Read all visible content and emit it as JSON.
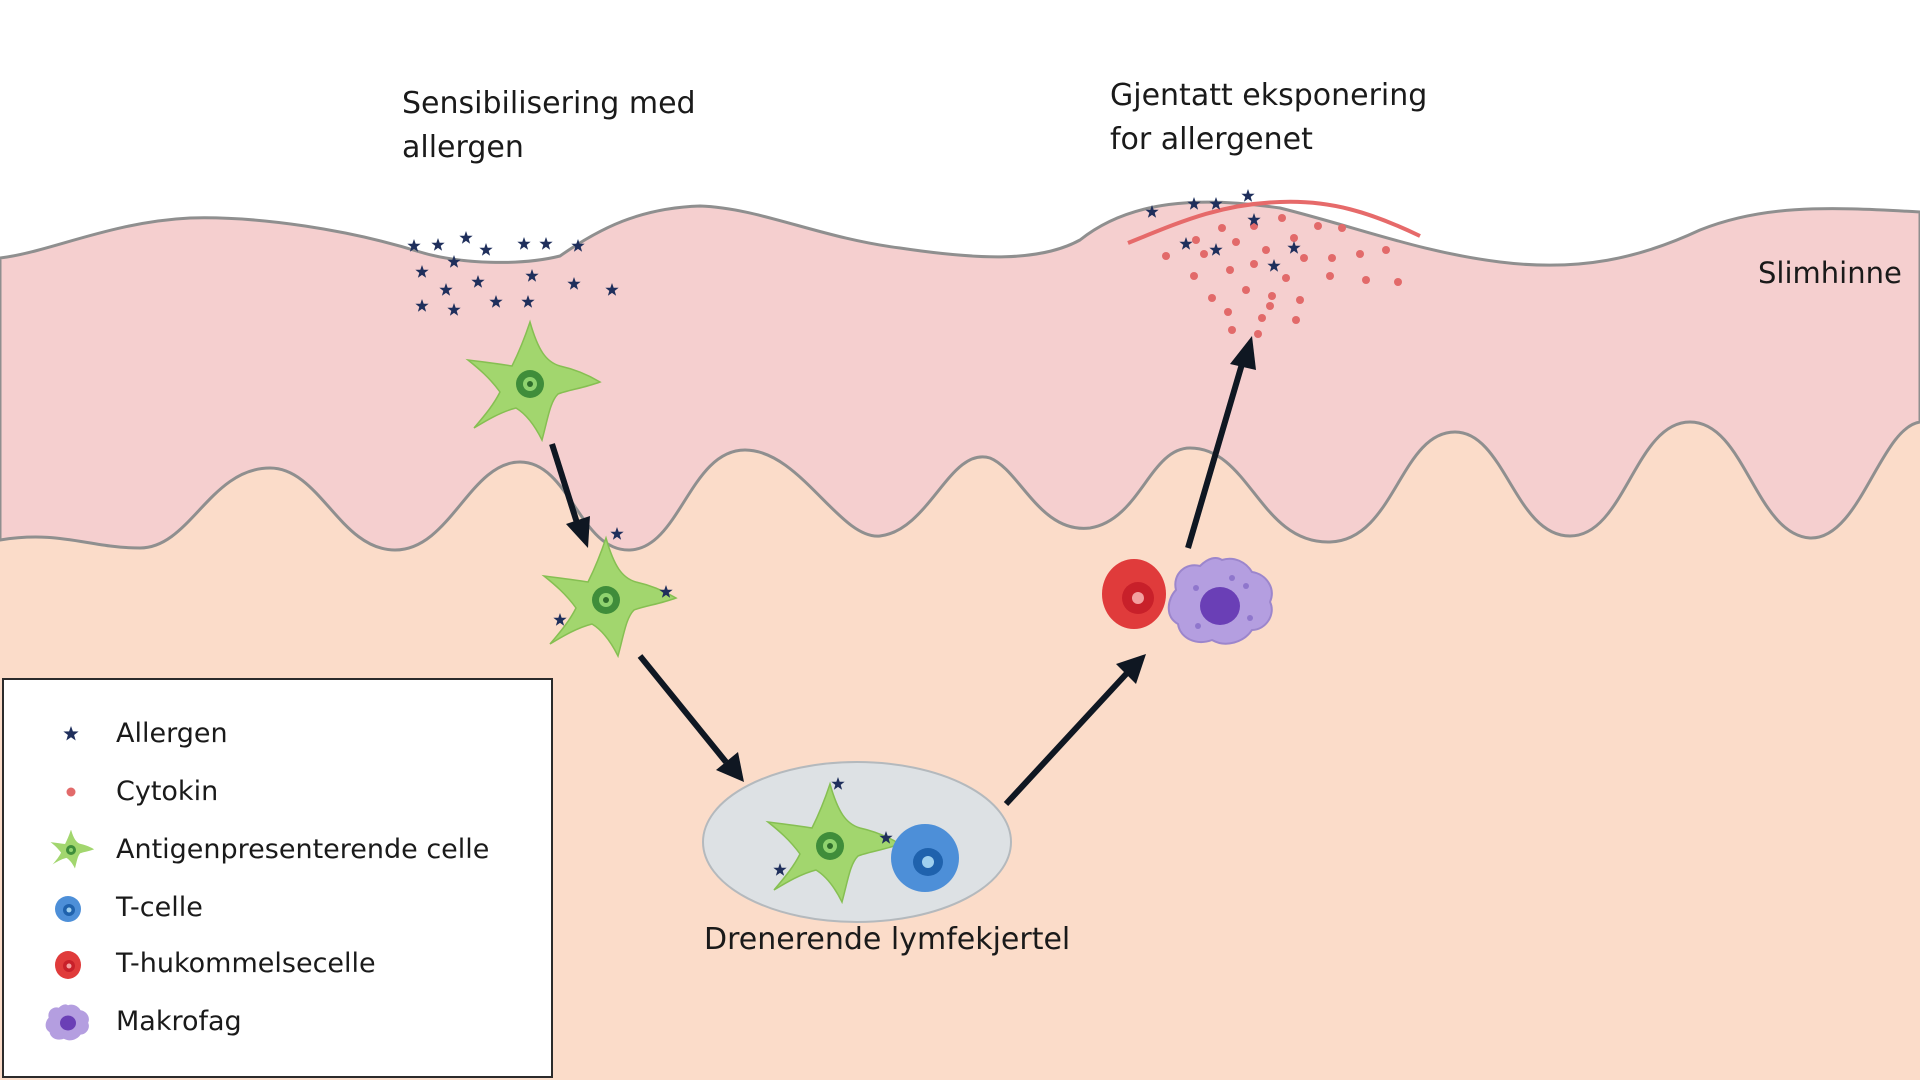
{
  "labels": {
    "sensitization_line1": "Sensibilisering med",
    "sensitization_line2": "allergen",
    "reexposure_line1": "Gjentatt eksponering",
    "reexposure_line2": "for allergenet",
    "mucosa": "Slimhinne",
    "lymph_node": "Drenerende lymfekjertel"
  },
  "legend": {
    "items": [
      {
        "label": "Allergen",
        "icon": "star-icon"
      },
      {
        "label": "Cytokin",
        "icon": "dot-icon"
      },
      {
        "label": "Antigenpresenterende  celle",
        "icon": "dendritic-cell-icon"
      },
      {
        "label": "T-celle",
        "icon": "t-cell-icon"
      },
      {
        "label": "T-hukommelsecelle",
        "icon": "memory-t-cell-icon"
      },
      {
        "label": "Makrofag",
        "icon": "macrophage-icon"
      }
    ]
  },
  "colors": {
    "mucosa": "#f5cfcf",
    "tissue": "#fbdcc9",
    "allergen": "#1f2f5c",
    "cytokine": "#e26a6a",
    "apc": "#9fd56b",
    "t_cell": "#4d8fd8",
    "memory_t_cell": "#e03b3b",
    "macrophage": "#b49ee0",
    "lymph_node": "#dde1e4"
  }
}
